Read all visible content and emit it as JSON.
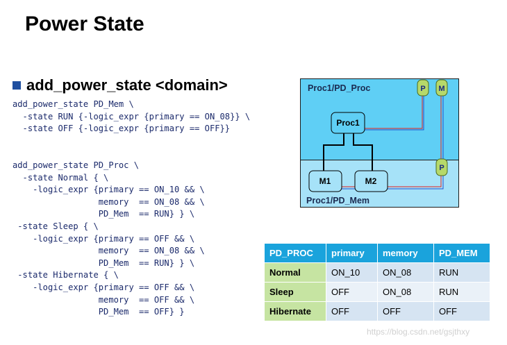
{
  "title": "Power State",
  "bullet": "add_power_state <domain>",
  "code_lines": [
    "add_power_state PD_Mem \\",
    "  -state RUN {-logic_expr {primary == ON_08}} \\",
    "  -state OFF {-logic_expr {primary == OFF}}",
    "",
    "",
    "add_power_state PD_Proc \\",
    "  -state Normal { \\",
    "    -logic_expr {primary == ON_10 && \\",
    "                 memory  == ON_08 && \\",
    "                 PD_Mem  == RUN} } \\",
    " -state Sleep { \\",
    "    -logic_expr {primary == OFF && \\",
    "                 memory  == ON_08 && \\",
    "                 PD_Mem  == RUN} } \\",
    " -state Hibernate { \\",
    "    -logic_expr {primary == OFF && \\",
    "                 memory  == OFF && \\",
    "                 PD_Mem  == OFF} }"
  ],
  "diagram": {
    "proc_domain": "Proc1/PD_Proc",
    "mem_domain": "Proc1/PD_Mem",
    "proc_block": "Proc1",
    "mem_blocks": [
      "M1",
      "M2"
    ],
    "pin_primary": "P",
    "pin_memory": "M",
    "pin_mem_primary": "P",
    "colors": {
      "proc_fill": "#5fcff5",
      "mem_fill": "#a6e2f8",
      "pin_fill": "#b6d96a",
      "wire_red": "#e02020",
      "wire_blue": "#2050d0"
    }
  },
  "table": {
    "headers": [
      "PD_PROC",
      "primary",
      "memory",
      "PD_MEM"
    ],
    "rows": [
      [
        "Normal",
        "ON_10",
        "ON_08",
        "RUN"
      ],
      [
        "Sleep",
        "OFF",
        "ON_08",
        "RUN"
      ],
      [
        "Hibernate",
        "OFF",
        "OFF",
        "OFF"
      ]
    ]
  },
  "watermark": "https://blog.csdn.net/gsjthxy"
}
